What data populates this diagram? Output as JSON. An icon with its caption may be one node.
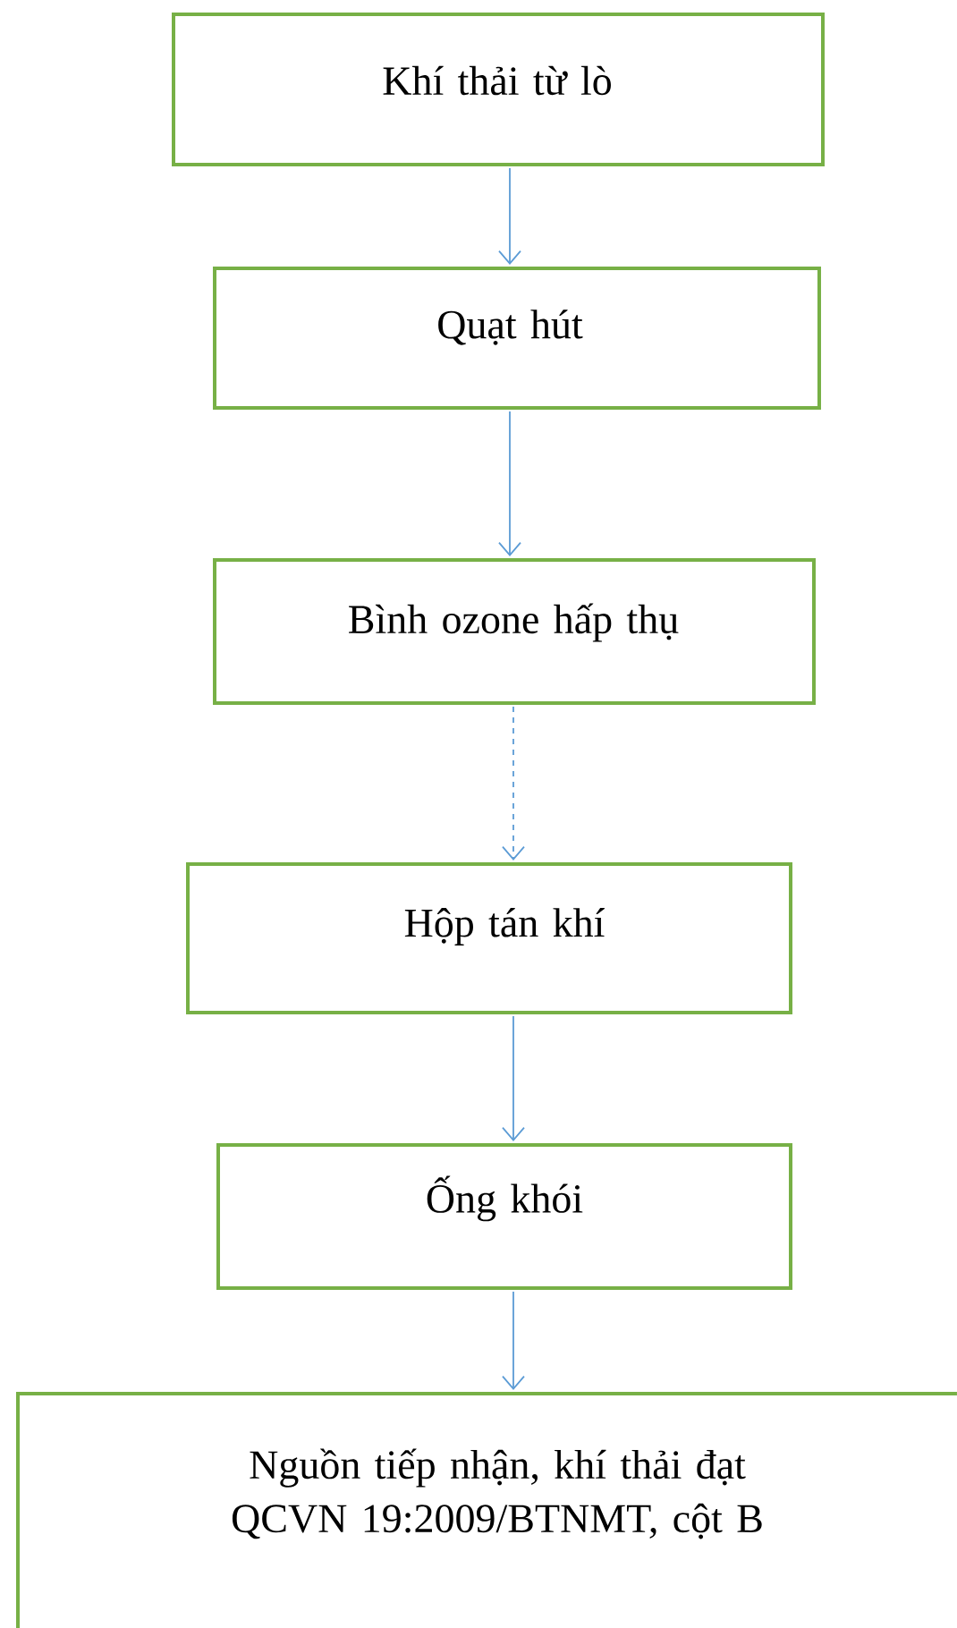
{
  "diagram": {
    "nodes": [
      {
        "text": [
          "Khí thải từ lò"
        ]
      },
      {
        "text": [
          "Quạt hút"
        ]
      },
      {
        "text": [
          "Bình ozone hấp thụ"
        ]
      },
      {
        "text": [
          "Hộp tán khí"
        ]
      },
      {
        "text": [
          "Ống khói"
        ]
      },
      {
        "text": [
          "Nguồn tiếp nhận, khí thải đạt QCVN 19:2009/BTNMT, cột B"
        ]
      }
    ],
    "edges": [
      {
        "from": 0,
        "to": 1,
        "arrow": "to"
      },
      {
        "from": 1,
        "to": 2,
        "arrow": "to"
      },
      {
        "from": 2,
        "to": 3,
        "arrow": "to",
        "style": "dashed"
      },
      {
        "from": 3,
        "to": 4,
        "arrow": "to"
      },
      {
        "from": 4,
        "to": 5,
        "arrow": "to"
      }
    ]
  }
}
